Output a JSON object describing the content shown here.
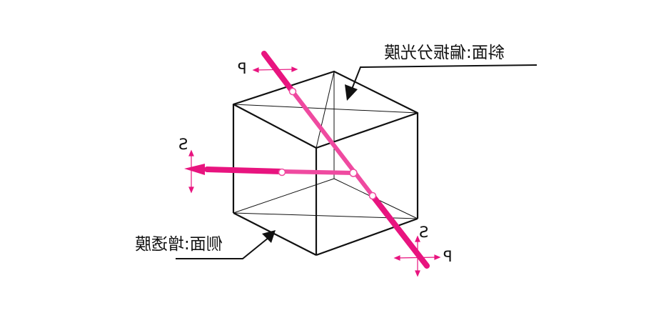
{
  "labels": {
    "diagonal_face": "斜面:偏振分光膜",
    "side_face": "侧面:增透膜",
    "p_top": "P",
    "s_left": "S",
    "s_bottom": "S",
    "p_bottom": "P"
  },
  "colors": {
    "beam": "#e8147f",
    "beam_light": "#ef4aa0",
    "outline": "#111111"
  }
}
